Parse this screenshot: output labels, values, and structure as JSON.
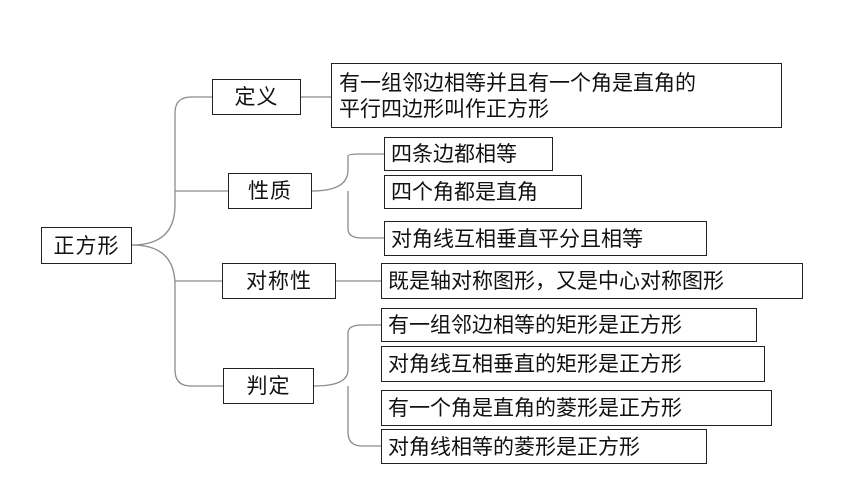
{
  "root": {
    "label": "正方形"
  },
  "branches": [
    {
      "label": "定义",
      "leaves": [
        {
          "lines": [
            "有一组邻边相等并且有一个角是直角的",
            "平行四边形叫作正方形"
          ]
        }
      ]
    },
    {
      "label": "性质",
      "leaves": [
        {
          "lines": [
            "四条边都相等"
          ]
        },
        {
          "lines": [
            "四个角都是直角"
          ]
        },
        {
          "lines": [
            "对角线互相垂直平分且相等"
          ]
        }
      ]
    },
    {
      "label": "对称性",
      "leaves": [
        {
          "lines": [
            "既是轴对称图形，又是中心对称图形"
          ]
        }
      ]
    },
    {
      "label": "判定",
      "leaves": [
        {
          "lines": [
            "有一组邻边相等的矩形是正方形"
          ]
        },
        {
          "lines": [
            "对角线互相垂直的矩形是正方形"
          ]
        },
        {
          "lines": [
            "有一个角是直角的菱形是正方形"
          ]
        },
        {
          "lines": [
            "对角线相等的菱形是正方形"
          ]
        }
      ]
    }
  ]
}
